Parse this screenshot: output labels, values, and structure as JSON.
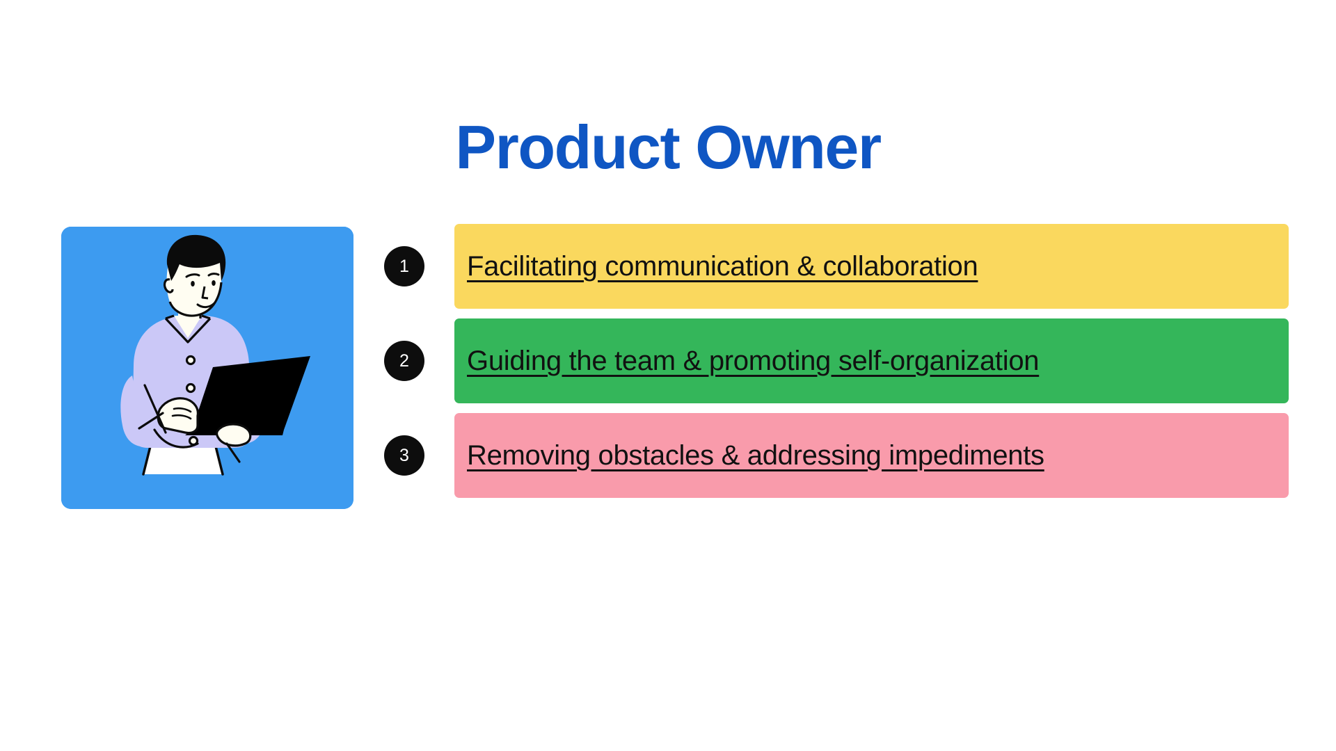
{
  "slide": {
    "background_color": "#FFFFFF",
    "title": "Product Owner",
    "title_color": "#0F56C3"
  },
  "illustration": {
    "name": "person-using-laptop-illustration",
    "background_color": "#3D9BF0",
    "shirt_color": "#CBC8F7",
    "laptop_color": "#000000",
    "skin_color": "#FFFDF2",
    "hair_color": "#000000",
    "trousers_color": "#FFFFFF"
  },
  "items": [
    {
      "number": "1",
      "label": "Facilitating communication & collaboration",
      "bar_color": "#FAD85E",
      "badge_color": "#0D0D0D"
    },
    {
      "number": "2",
      "label": "Guiding the team & promoting self-organization",
      "bar_color": "#34B65A",
      "badge_color": "#0D0D0D"
    },
    {
      "number": "3",
      "label": "Removing obstacles & addressing impediments",
      "bar_color": "#F99BAB",
      "badge_color": "#0D0D0D"
    }
  ]
}
